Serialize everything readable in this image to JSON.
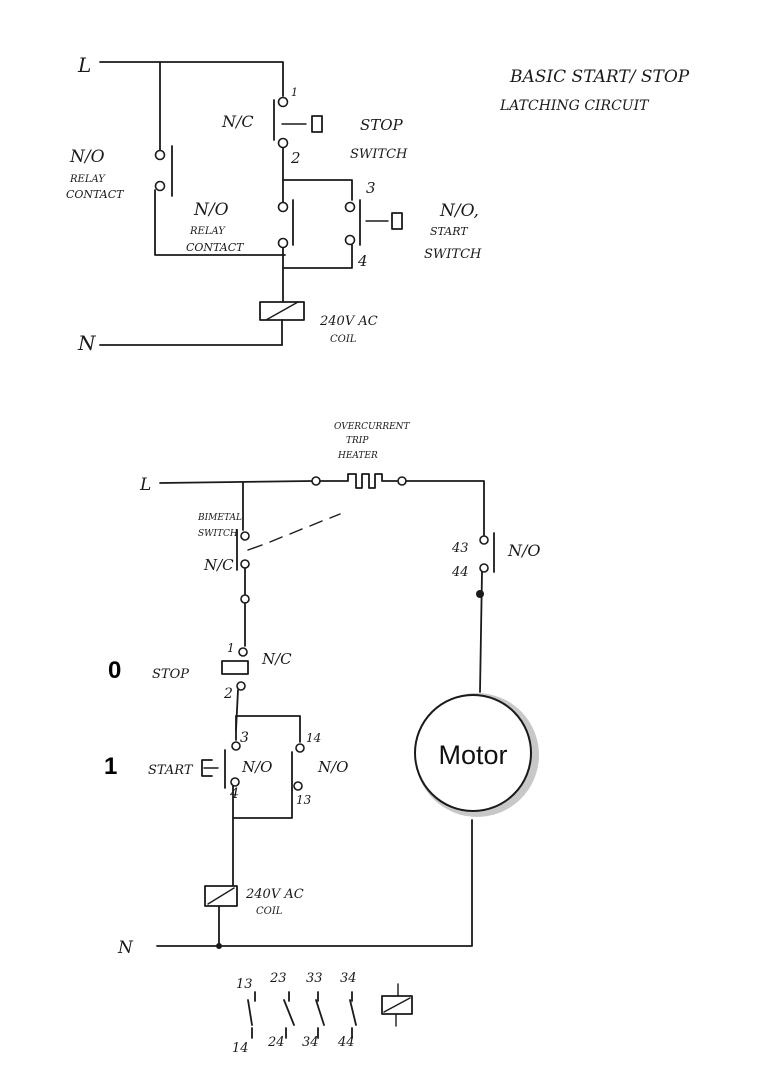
{
  "title": {
    "line1": "BASIC   START/ STOP",
    "line2": "LATCHING  CIRCUIT"
  },
  "top": {
    "line_l": "L",
    "line_n": "N",
    "nc": "N/C",
    "stop_switch": {
      "line1": "STOP",
      "line2": "SWITCH"
    },
    "t1": "1",
    "t2": "2",
    "t3": "3",
    "t4": "4",
    "relay_left": {
      "line1": "N/O",
      "line2": "RELAY",
      "line3": "CONTACT"
    },
    "relay_mid": {
      "line1": "N/O",
      "line2": "RELAY",
      "line3": "CONTACT"
    },
    "start_switch": {
      "line1": "N/O,",
      "line2": "START",
      "line3": "SWITCH"
    },
    "coil": {
      "line1": "240V AC",
      "line2": "COIL"
    }
  },
  "bottom": {
    "line_l": "L",
    "line_n": "N",
    "overcurrent": {
      "line1": "OVERCURRENT",
      "line2": "TRIP",
      "line3": "HEATER"
    },
    "bimetal": {
      "line1": "BIMETAL",
      "line2": "SWITCH"
    },
    "nc_bimetal": "N/C",
    "stop_num": "0",
    "stop_label": "STOP",
    "nc_stop": "N/C",
    "t1": "1",
    "t2": "2",
    "t3": "3",
    "t4": "4",
    "t14": "14",
    "t13": "13",
    "start_num": "1",
    "start_label": "START",
    "no_start": "N/O",
    "no_aux": "N/O",
    "t43": "43",
    "t44": "44",
    "no_motor": "N/O",
    "motor": "Motor",
    "coil": {
      "line1": "240V AC",
      "line2": "COIL"
    },
    "legend": {
      "top": [
        "13",
        "23",
        "33",
        "34"
      ],
      "bottom": [
        "14",
        "24",
        "34",
        "44"
      ]
    }
  }
}
